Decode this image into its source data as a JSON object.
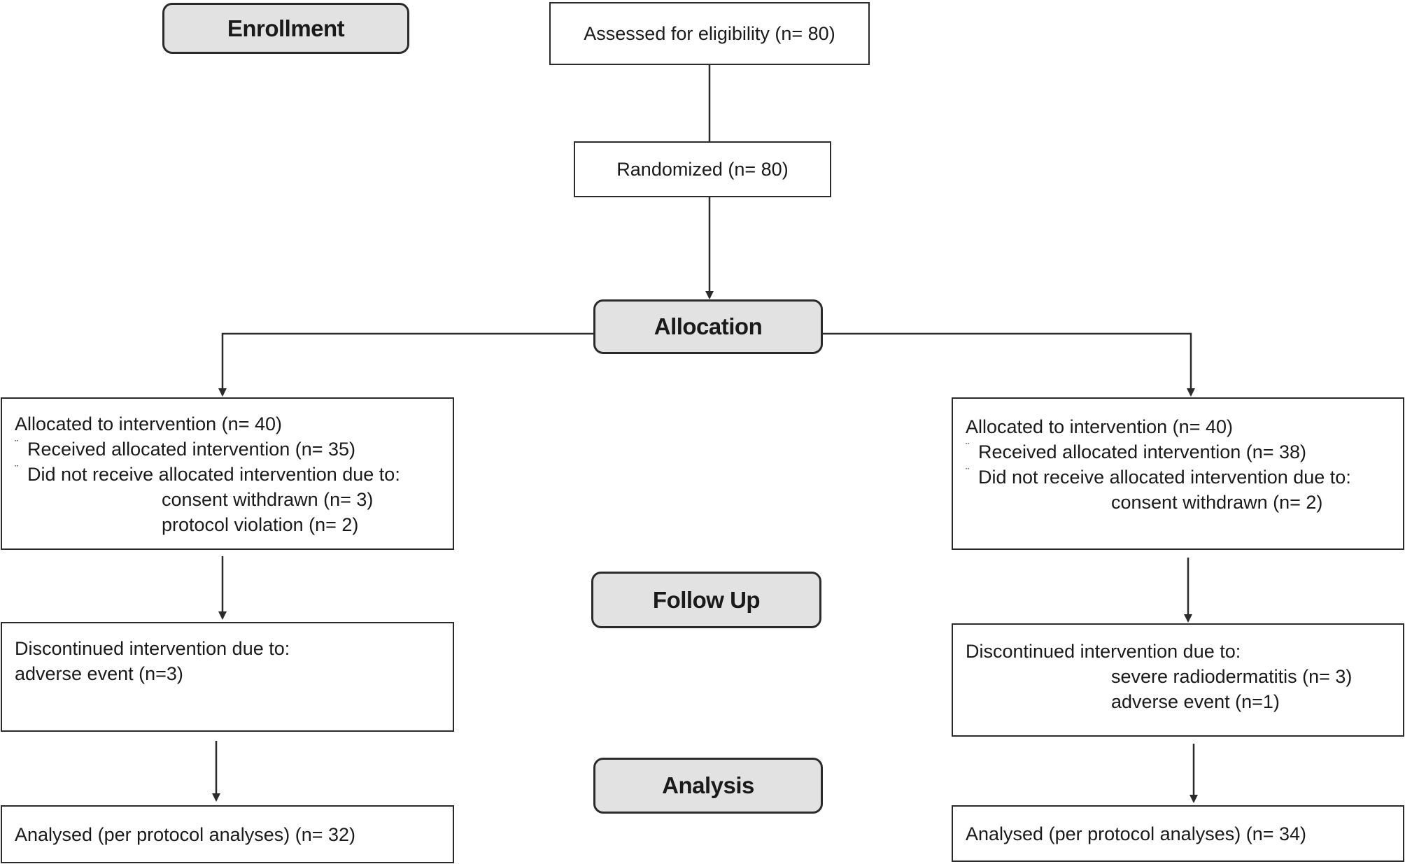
{
  "stages": {
    "enrollment": "Enrollment",
    "allocation": "Allocation",
    "follow_up": "Follow Up",
    "analysis": "Analysis"
  },
  "assessed": "Assessed for eligibility (n= 80)",
  "randomized": "Randomized (n= 80)",
  "left_arm": {
    "allocation": {
      "heading": "Allocated to intervention (n= 40)",
      "received": "Received allocated intervention (n= 35)",
      "not_received": "Did not receive allocated intervention due to:",
      "reasons": [
        "consent withdrawn (n= 3)",
        "protocol violation (n= 2)"
      ]
    },
    "follow_up": {
      "heading": "Discontinued intervention due to:",
      "reasons": [
        "adverse event (n=3)"
      ]
    },
    "analysis": "Analysed (per protocol analyses) (n= 32)"
  },
  "right_arm": {
    "allocation": {
      "heading": "Allocated to intervention (n= 40)",
      "received": "Received allocated intervention (n= 38)",
      "not_received": "Did not receive allocated intervention due to:",
      "reasons": [
        "consent withdrawn (n= 2)"
      ]
    },
    "follow_up": {
      "heading": "Discontinued intervention due to:",
      "reasons": [
        "severe radiodermatitis (n= 3)",
        "adverse event (n=1)"
      ]
    },
    "analysis": "Analysed (per protocol analyses) (n= 34)"
  },
  "bullet_mark": "¨",
  "colors": {
    "stage_fill": "#e2e2e2",
    "border": "#2b2b2b",
    "text": "#1a1a1a"
  }
}
